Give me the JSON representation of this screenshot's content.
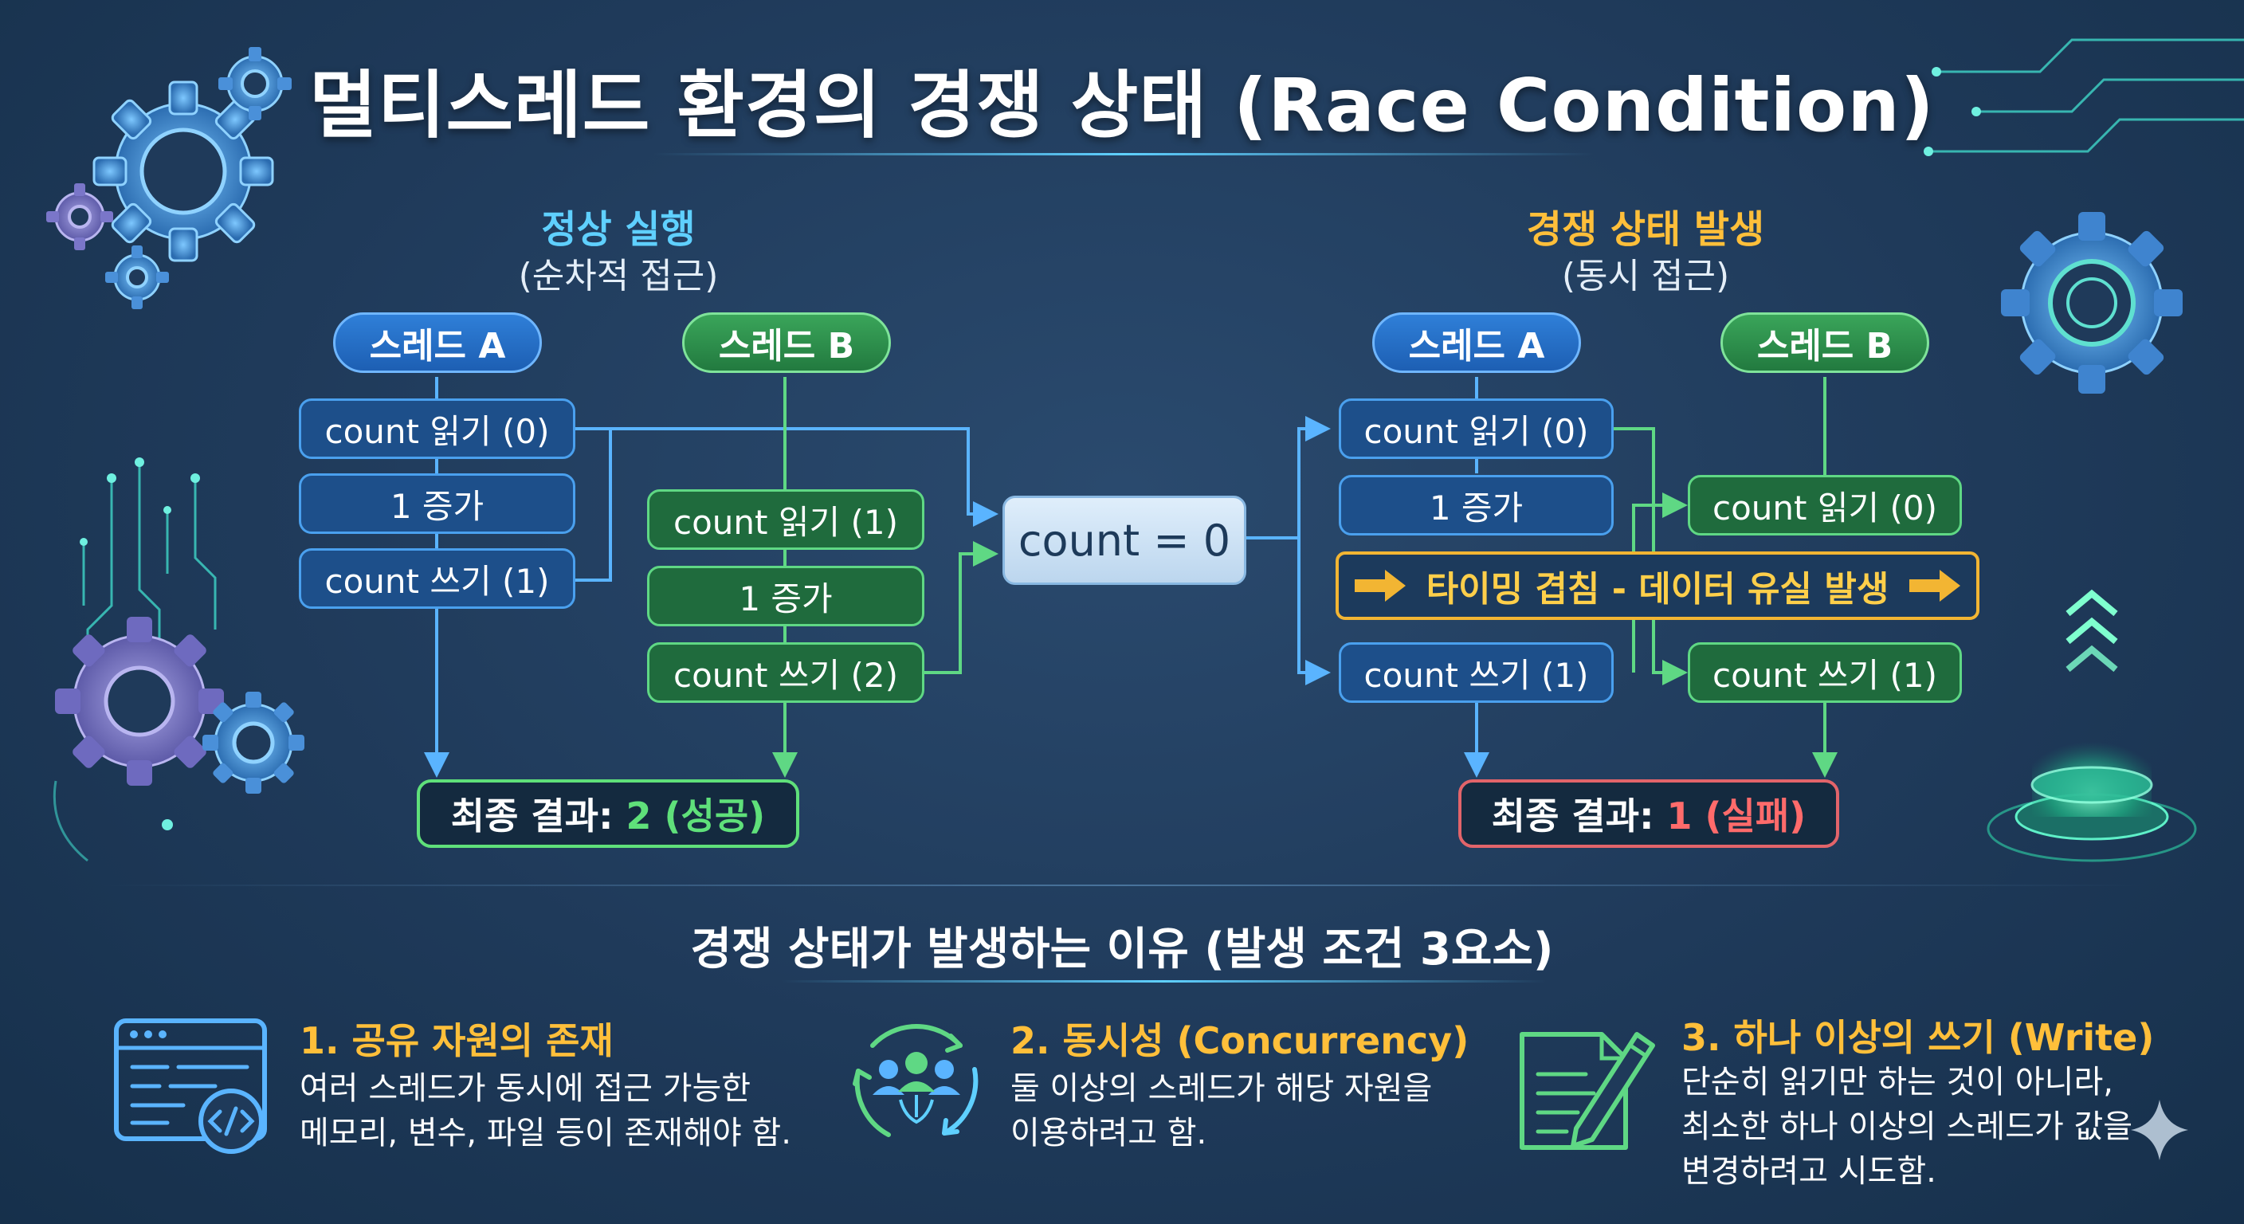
{
  "title": "멀티스레드 환경의 경쟁 상태 (Race Condition)",
  "normal": {
    "title": "정상 실행",
    "subtitle": "(순차적 접근)",
    "thread_a": {
      "label": "스레드 A",
      "steps": [
        "count 읽기 (0)",
        "1 증가",
        "count 쓰기 (1)"
      ]
    },
    "thread_b": {
      "label": "스레드 B",
      "steps": [
        "count 읽기 (1)",
        "1 증가",
        "count 쓰기 (2)"
      ]
    },
    "result": {
      "prefix": "최종 결과: ",
      "value": "2 (성공)"
    }
  },
  "shared": {
    "label": "count = 0"
  },
  "race": {
    "title": "경쟁 상태 발생",
    "subtitle": "(동시 접근)",
    "thread_a": {
      "label": "스레드 A",
      "steps": [
        "count 읽기 (0)",
        "1 증가",
        "count 쓰기 (1)"
      ]
    },
    "thread_b": {
      "label": "스레드 B",
      "steps": [
        "count 읽기 (0)",
        "count 쓰기 (1)"
      ]
    },
    "timing": "타이밍 겹침 - 데이터 유실 발생",
    "result": {
      "prefix": "최종 결과: ",
      "value": "1 (실패)"
    }
  },
  "why": {
    "title": "경쟁 상태가 발생하는 이유 (발생 조건 3요소)",
    "items": [
      {
        "title": "1. 공유 자원의 존재",
        "body": [
          "여러 스레드가 동시에 접근 가능한",
          "메모리, 변수, 파일 등이 존재해야 함."
        ],
        "icon": "code-window-icon"
      },
      {
        "title": "2. 동시성 (Concurrency)",
        "body": [
          "둘 이상의 스레드가 해당 자원을",
          "이용하려고 함."
        ],
        "icon": "concurrency-users-icon"
      },
      {
        "title": "3. 하나 이상의 쓰기 (Write)",
        "body": [
          "단순히 읽기만 하는 것이 아니라,",
          "최소한 하나 이상의 스레드가 값을",
          "변경하려고 시도함."
        ],
        "icon": "write-document-icon"
      }
    ]
  },
  "colors": {
    "accent_blue": "#4aa0ee",
    "accent_green": "#5fd884",
    "warning": "#f2b533",
    "success": "#5fe07a",
    "fail": "#ff6b6b",
    "cyan": "#5fd0ff"
  }
}
